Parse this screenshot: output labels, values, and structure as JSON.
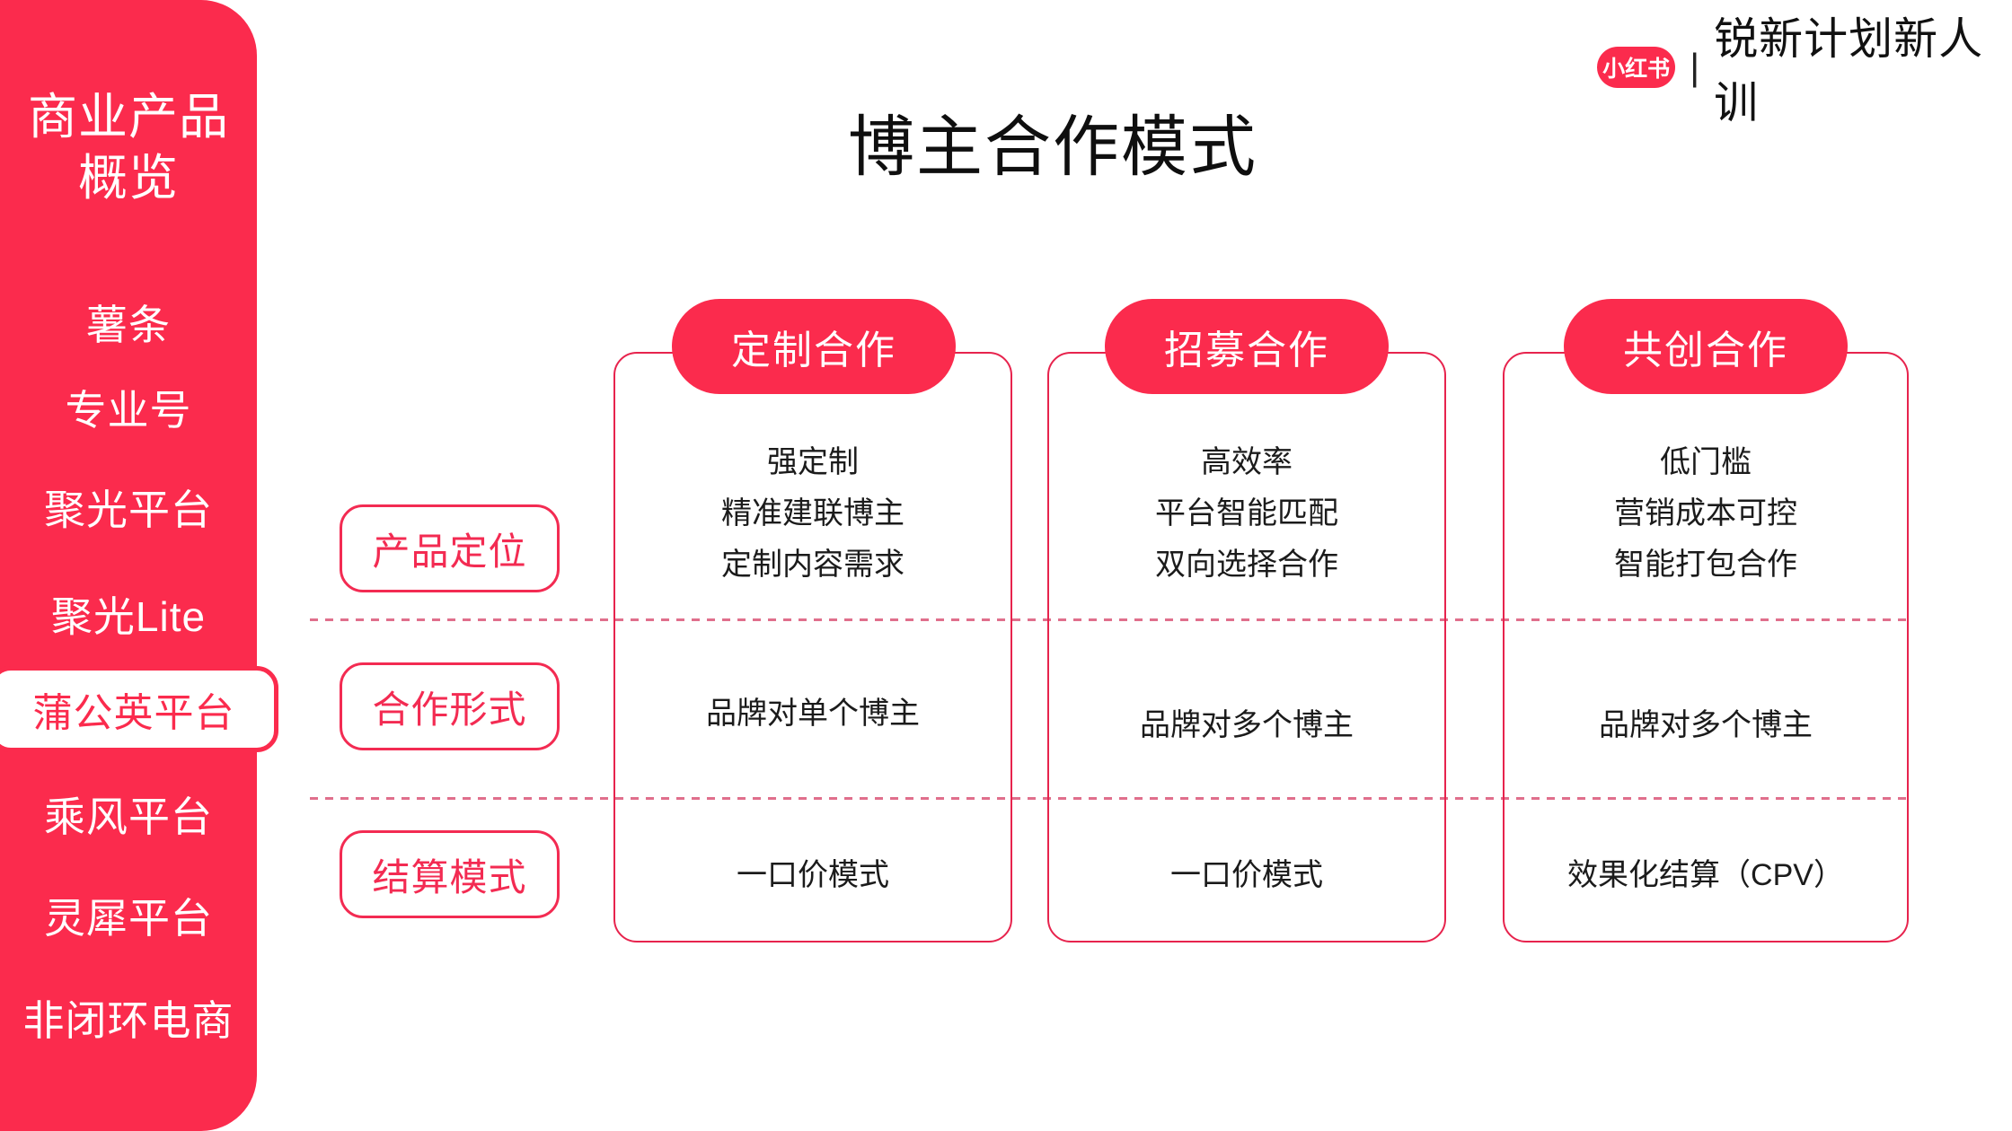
{
  "colors": {
    "brand_red": "#FB2B4D",
    "box_border_red": "#E7234D",
    "label_red": "#F32B52",
    "dashed_pink": "#E06F8C",
    "text_black": "#1b1b1b"
  },
  "sidebar": {
    "title_line1": "商业产品",
    "title_line2": "概览",
    "items": [
      {
        "label": "薯条",
        "active": false
      },
      {
        "label": "专业号",
        "active": false
      },
      {
        "label": "聚光平台",
        "active": false
      },
      {
        "label": "聚光Lite",
        "active": false
      },
      {
        "label": "蒲公英平台",
        "active": true
      },
      {
        "label": "乘风平台",
        "active": false
      },
      {
        "label": "灵犀平台",
        "active": false
      },
      {
        "label": "非闭环电商",
        "active": false
      }
    ]
  },
  "header": {
    "logo_text": "小红书",
    "divider": "|",
    "program_title": "锐新计划新人训",
    "page_title": "博主合作模式"
  },
  "matrix": {
    "row_labels": [
      "产品定位",
      "合作形式",
      "结算模式"
    ],
    "columns": [
      {
        "header": "定制合作",
        "positioning": [
          "强定制",
          "精准建联博主",
          "定制内容需求"
        ],
        "cooperation_form": "品牌对单个博主",
        "settlement": "一口价模式"
      },
      {
        "header": "招募合作",
        "positioning": [
          "高效率",
          "平台智能匹配",
          "双向选择合作"
        ],
        "cooperation_form": "品牌对多个博主",
        "settlement": "一口价模式"
      },
      {
        "header": "共创合作",
        "positioning": [
          "低门槛",
          "营销成本可控",
          "智能打包合作"
        ],
        "cooperation_form": "品牌对多个博主",
        "settlement": "效果化结算（CPV）"
      }
    ]
  }
}
